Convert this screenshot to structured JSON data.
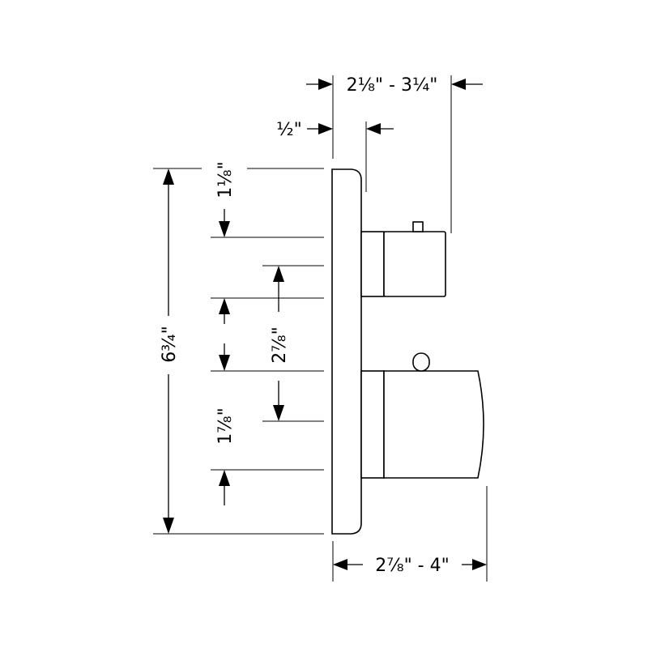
{
  "dimensions": {
    "top_depth": "2⅛\" - 3¼\"",
    "plate_depth": "½\"",
    "upper_offset": "1⅛\"",
    "total_height": "6¾\"",
    "center_spacing": "2⅞\"",
    "lower_offset": "1⅞\"",
    "bottom_depth": "2⅞\" - 4\""
  }
}
